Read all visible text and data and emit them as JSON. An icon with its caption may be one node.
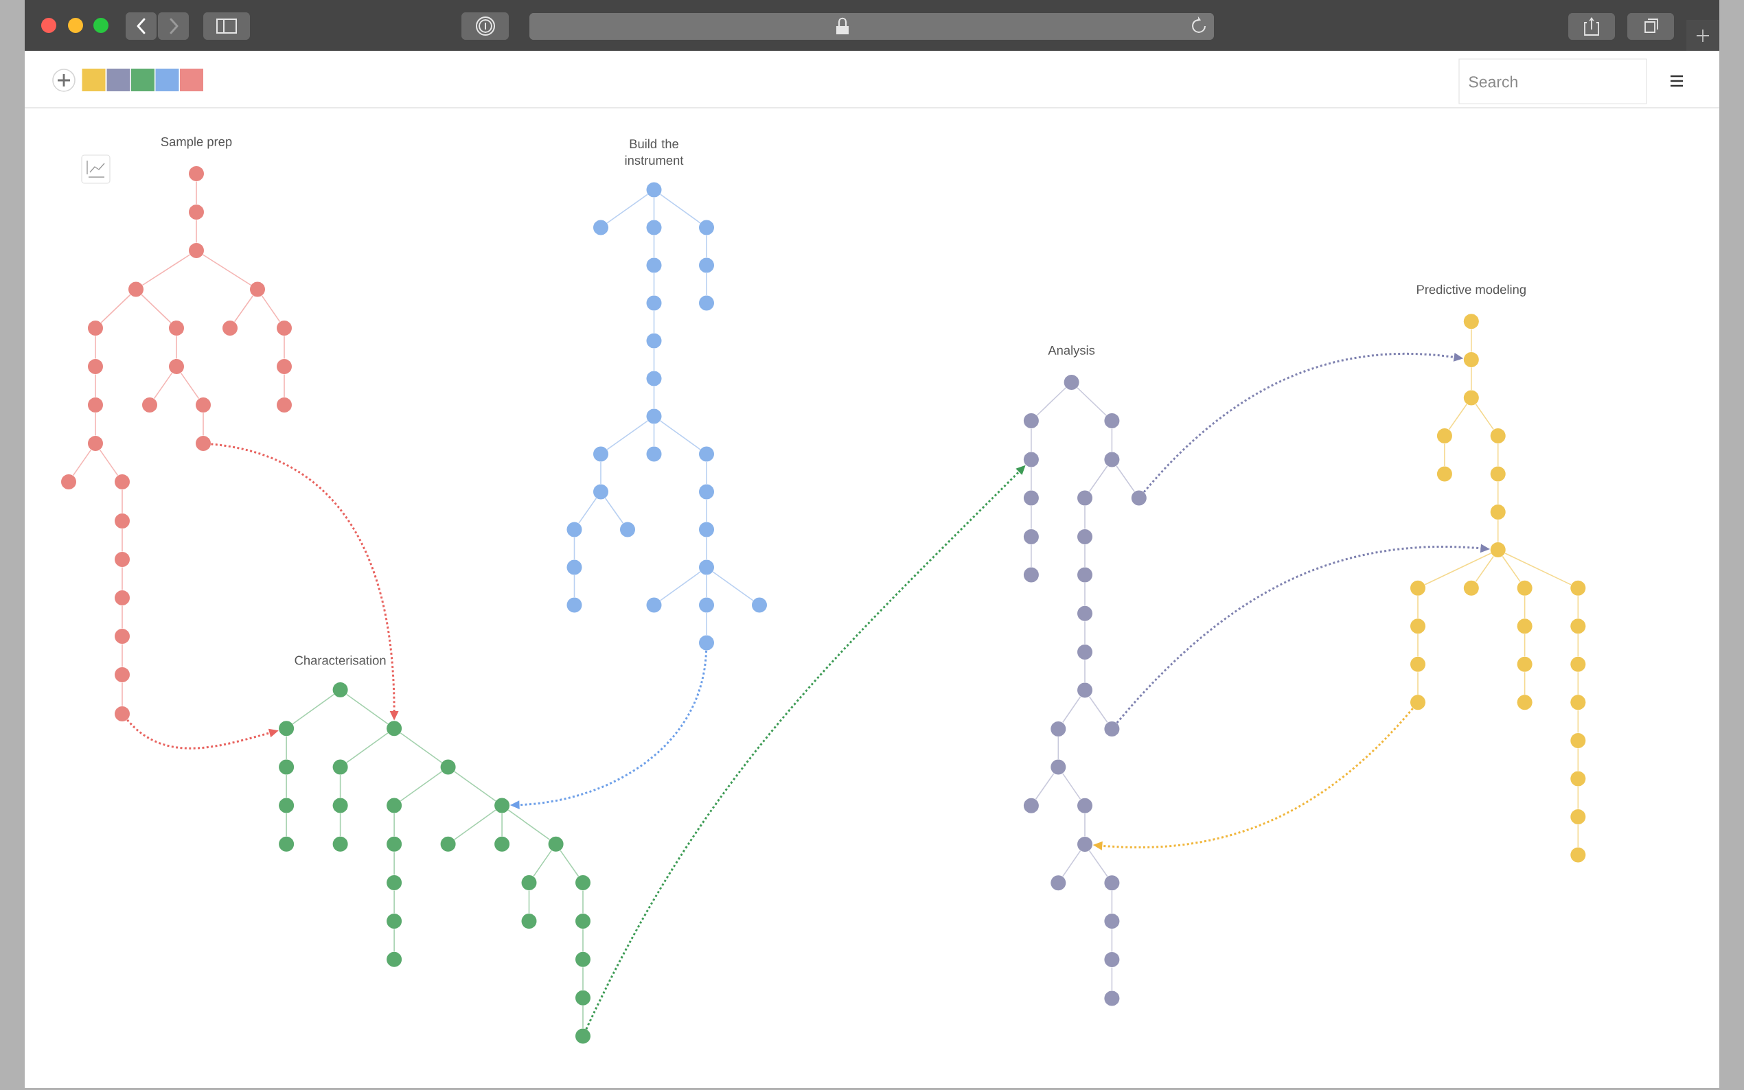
{
  "diagram": {
    "nodes": [
      {
        "text": [],
        "shape": "circle",
        "beside": [
          "Sample prep"
        ]
      },
      {
        "text": [],
        "shape": "circle"
      },
      {
        "text": [],
        "shape": "circle"
      },
      {
        "text": [],
        "shape": "circle"
      },
      {
        "text": [],
        "shape": "circle"
      },
      {
        "text": [],
        "shape": "circle"
      },
      {
        "text": [],
        "shape": "circle"
      },
      {
        "text": [],
        "shape": "circle"
      },
      {
        "text": [],
        "shape": "circle"
      },
      {
        "text": [],
        "shape": "circle"
      },
      {
        "text": [],
        "shape": "circle"
      },
      {
        "text": [],
        "shape": "circle"
      },
      {
        "text": [],
        "shape": "circle"
      },
      {
        "text": [],
        "shape": "circle"
      },
      {
        "text": [],
        "shape": "circle"
      },
      {
        "text": [],
        "shape": "circle"
      },
      {
        "text": [],
        "shape": "circle"
      },
      {
        "text": [],
        "shape": "circle"
      },
      {
        "text": [],
        "shape": "circle"
      },
      {
        "text": [],
        "shape": "circle"
      },
      {
        "text": [],
        "shape": "circle"
      },
      {
        "text": [],
        "shape": "circle"
      },
      {
        "text": [],
        "shape": "circle"
      },
      {
        "text": [],
        "shape": "circle"
      },
      {
        "text": [],
        "shape": "circle"
      },
      {
        "text": [],
        "shape": "circle"
      },
      {
        "text": [],
        "shape": "circle",
        "beside": [
          "Build the instrument"
        ]
      },
      {
        "text": [],
        "shape": "circle"
      },
      {
        "text": [],
        "shape": "circle"
      },
      {
        "text": [],
        "shape": "circle"
      },
      {
        "text": [],
        "shape": "circle"
      },
      {
        "text": [],
        "shape": "circle"
      },
      {
        "text": [],
        "shape": "circle"
      },
      {
        "text": [],
        "shape": "circle"
      },
      {
        "text": [],
        "shape": "circle"
      },
      {
        "text": [],
        "shape": "circle"
      },
      {
        "text": [],
        "shape": "circle"
      },
      {
        "text": [],
        "shape": "circle"
      },
      {
        "text": [],
        "shape": "circle"
      },
      {
        "text": [],
        "shape": "circle"
      },
      {
        "text": [],
        "shape": "circle"
      },
      {
        "text": [],
        "shape": "circle"
      },
      {
        "text": [],
        "shape": "circle"
      },
      {
        "text": [],
        "shape": "circle"
      },
      {
        "text": [],
        "shape": "circle"
      },
      {
        "text": [],
        "shape": "circle"
      },
      {
        "text": [],
        "shape": "circle"
      },
      {
        "text": [],
        "shape": "circle"
      },
      {
        "text": [],
        "shape": "circle"
      },
      {
        "text": [],
        "shape": "circle"
      },
      {
        "text": [],
        "shape": "circle"
      },
      {
        "text": [],
        "shape": "circle"
      },
      {
        "text": [],
        "shape": "circle",
        "beside": [
          "Characterisation"
        ]
      },
      {
        "text": [],
        "shape": "circle"
      },
      {
        "text": [],
        "shape": "circle"
      },
      {
        "text": [],
        "shape": "circle"
      },
      {
        "text": [],
        "shape": "circle"
      },
      {
        "text": [],
        "shape": "circle"
      },
      {
        "text": [],
        "shape": "circle"
      },
      {
        "text": [],
        "shape": "circle"
      },
      {
        "text": [],
        "shape": "circle"
      },
      {
        "text": [],
        "shape": "circle"
      },
      {
        "text": [],
        "shape": "circle"
      },
      {
        "text": [],
        "shape": "circle"
      },
      {
        "text": [],
        "shape": "circle"
      },
      {
        "text": [],
        "shape": "circle"
      },
      {
        "text": [],
        "shape": "circle"
      },
      {
        "text": [],
        "shape": "circle"
      },
      {
        "text": [],
        "shape": "circle"
      },
      {
        "text": [],
        "shape": "circle"
      },
      {
        "text": [],
        "shape": "circle"
      },
      {
        "text": [],
        "shape": "circle"
      },
      {
        "text": [],
        "shape": "circle"
      },
      {
        "text": [],
        "shape": "circle"
      },
      {
        "text": [],
        "shape": "circle"
      },
      {
        "text": [],
        "shape": "circle"
      },
      {
        "text": [],
        "shape": "circle"
      },
      {
        "text": [],
        "shape": "circle"
      },
      {
        "text": [],
        "shape": "circle",
        "beside": [
          "Analysis"
        ]
      },
      {
        "text": [],
        "shape": "circle"
      },
      {
        "text": [],
        "shape": "circle"
      },
      {
        "text": [],
        "shape": "circle"
      },
      {
        "text": [],
        "shape": "circle"
      },
      {
        "text": [],
        "shape": "circle"
      },
      {
        "text": [],
        "shape": "circle"
      },
      {
        "text": [],
        "shape": "circle"
      },
      {
        "text": [],
        "shape": "circle"
      },
      {
        "text": [],
        "shape": "circle"
      },
      {
        "text": [],
        "shape": "circle"
      },
      {
        "text": [],
        "shape": "circle"
      },
      {
        "text": [],
        "shape": "circle"
      },
      {
        "text": [],
        "shape": "circle"
      },
      {
        "text": [],
        "shape": "circle"
      },
      {
        "text": [],
        "shape": "circle"
      },
      {
        "text": [],
        "shape": "circle"
      },
      {
        "text": [],
        "shape": "circle"
      },
      {
        "text": [],
        "shape": "circle"
      },
      {
        "text": [],
        "shape": "circle"
      },
      {
        "text": [],
        "shape": "circle"
      },
      {
        "text": [],
        "shape": "circle"
      },
      {
        "text": [],
        "shape": "circle"
      },
      {
        "text": [],
        "shape": "circle"
      },
      {
        "text": [],
        "shape": "circle"
      },
      {
        "text": [],
        "shape": "circle"
      },
      {
        "text": [],
        "shape": "circle",
        "beside": [
          "Predictive modeling"
        ]
      },
      {
        "text": [],
        "shape": "circle"
      },
      {
        "text": [],
        "shape": "circle"
      },
      {
        "text": [],
        "shape": "circle"
      },
      {
        "text": [],
        "shape": "circle"
      },
      {
        "text": [],
        "shape": "circle"
      },
      {
        "text": [],
        "shape": "circle"
      },
      {
        "text": [],
        "shape": "circle"
      },
      {
        "text": [],
        "shape": "circle"
      },
      {
        "text": [],
        "shape": "circle"
      },
      {
        "text": [],
        "shape": "circle"
      },
      {
        "text": [],
        "shape": "circle"
      },
      {
        "text": [],
        "shape": "circle"
      },
      {
        "text": [],
        "shape": "circle"
      },
      {
        "text": [],
        "shape": "circle"
      },
      {
        "text": [],
        "shape": "circle"
      },
      {
        "text": [],
        "shape": "circle"
      },
      {
        "text": [],
        "shape": "circle"
      },
      {
        "text": [],
        "shape": "circle"
      },
      {
        "text": [],
        "shape": "circle"
      },
      {
        "text": [],
        "shape": "circle"
      },
      {
        "text": [],
        "shape": "circle"
      },
      {
        "text": [],
        "shape": "circle"
      },
      {
        "text": [],
        "shape": "circle"
      },
      {
        "text": [],
        "shape": "circle"
      },
      {
        "text": [],
        "shape": "circle"
      }
    ],
    "edges": [
      {
        "from": 0,
        "to": 1,
        "arrow": "none",
        "color": "#f5b5b3"
      },
      {
        "from": 1,
        "to": 2,
        "arrow": "none",
        "color": "#f5b5b3"
      },
      {
        "from": 2,
        "to": 3,
        "arrow": "none",
        "color": "#f5b5b3"
      },
      {
        "from": 2,
        "to": 4,
        "arrow": "none",
        "color": "#f5b5b3"
      },
      {
        "from": 3,
        "to": 5,
        "arrow": "none",
        "color": "#f5b5b3"
      },
      {
        "from": 3,
        "to": 6,
        "arrow": "none",
        "color": "#f5b5b3"
      },
      {
        "from": 4,
        "to": 7,
        "arrow": "none",
        "color": "#f5b5b3"
      },
      {
        "from": 4,
        "to": 8,
        "arrow": "none",
        "color": "#f5b5b3"
      },
      {
        "from": 5,
        "to": 9,
        "arrow": "none",
        "color": "#f5b5b3"
      },
      {
        "from": 6,
        "to": 10,
        "arrow": "none",
        "color": "#f5b5b3"
      },
      {
        "from": 8,
        "to": 11,
        "arrow": "none",
        "color": "#f5b5b3"
      },
      {
        "from": 9,
        "to": 12,
        "arrow": "none",
        "color": "#f5b5b3"
      },
      {
        "from": 10,
        "to": 13,
        "arrow": "none",
        "color": "#f5b5b3"
      },
      {
        "from": 10,
        "to": 14,
        "arrow": "none",
        "color": "#f5b5b3"
      },
      {
        "from": 11,
        "to": 15,
        "arrow": "none",
        "color": "#f5b5b3"
      },
      {
        "from": 12,
        "to": 16,
        "arrow": "none",
        "color": "#f5b5b3"
      },
      {
        "from": 14,
        "to": 17,
        "arrow": "none",
        "color": "#f5b5b3"
      },
      {
        "from": 16,
        "to": 18,
        "arrow": "none",
        "color": "#f5b5b3"
      },
      {
        "from": 16,
        "to": 19,
        "arrow": "none",
        "color": "#f5b5b3"
      },
      {
        "from": 19,
        "to": 20,
        "arrow": "none",
        "color": "#f5b5b3"
      },
      {
        "from": 20,
        "to": 21,
        "arrow": "none",
        "color": "#f5b5b3"
      },
      {
        "from": 21,
        "to": 22,
        "arrow": "none",
        "color": "#f5b5b3"
      },
      {
        "from": 22,
        "to": 23,
        "arrow": "none",
        "color": "#f5b5b3"
      },
      {
        "from": 23,
        "to": 24,
        "arrow": "none",
        "color": "#f5b5b3"
      },
      {
        "from": 24,
        "to": 25,
        "arrow": "none",
        "color": "#f5b5b3"
      },
      {
        "from": 26,
        "to": 27,
        "arrow": "none",
        "color": "#b8d0f2"
      },
      {
        "from": 26,
        "to": 28,
        "arrow": "none",
        "color": "#b8d0f2"
      },
      {
        "from": 26,
        "to": 29,
        "arrow": "none",
        "color": "#b8d0f2"
      },
      {
        "from": 28,
        "to": 30,
        "arrow": "none",
        "color": "#b8d0f2"
      },
      {
        "from": 29,
        "to": 31,
        "arrow": "none",
        "color": "#b8d0f2"
      },
      {
        "from": 30,
        "to": 32,
        "arrow": "none",
        "color": "#b8d0f2"
      },
      {
        "from": 31,
        "to": 33,
        "arrow": "none",
        "color": "#b8d0f2"
      },
      {
        "from": 32,
        "to": 34,
        "arrow": "none",
        "color": "#b8d0f2"
      },
      {
        "from": 34,
        "to": 35,
        "arrow": "none",
        "color": "#b8d0f2"
      },
      {
        "from": 35,
        "to": 36,
        "arrow": "none",
        "color": "#b8d0f2"
      },
      {
        "from": 36,
        "to": 37,
        "arrow": "none",
        "color": "#b8d0f2"
      },
      {
        "from": 36,
        "to": 38,
        "arrow": "none",
        "color": "#b8d0f2"
      },
      {
        "from": 36,
        "to": 39,
        "arrow": "none",
        "color": "#b8d0f2"
      },
      {
        "from": 37,
        "to": 40,
        "arrow": "none",
        "color": "#b8d0f2"
      },
      {
        "from": 39,
        "to": 41,
        "arrow": "none",
        "color": "#b8d0f2"
      },
      {
        "from": 40,
        "to": 42,
        "arrow": "none",
        "color": "#b8d0f2"
      },
      {
        "from": 40,
        "to": 43,
        "arrow": "none",
        "color": "#b8d0f2"
      },
      {
        "from": 41,
        "to": 44,
        "arrow": "none",
        "color": "#b8d0f2"
      },
      {
        "from": 42,
        "to": 45,
        "arrow": "none",
        "color": "#b8d0f2"
      },
      {
        "from": 44,
        "to": 46,
        "arrow": "none",
        "color": "#b8d0f2"
      },
      {
        "from": 45,
        "to": 47,
        "arrow": "none",
        "color": "#b8d0f2"
      },
      {
        "from": 46,
        "to": 48,
        "arrow": "none",
        "color": "#b8d0f2"
      },
      {
        "from": 46,
        "to": 49,
        "arrow": "none",
        "color": "#b8d0f2"
      },
      {
        "from": 46,
        "to": 50,
        "arrow": "none",
        "color": "#b8d0f2"
      },
      {
        "from": 49,
        "to": 51,
        "arrow": "none",
        "color": "#b8d0f2"
      },
      {
        "from": 52,
        "to": 53,
        "arrow": "none",
        "color": "#a3d1ad"
      },
      {
        "from": 52,
        "to": 54,
        "arrow": "none",
        "color": "#a3d1ad"
      },
      {
        "from": 53,
        "to": 55,
        "arrow": "none",
        "color": "#a3d1ad"
      },
      {
        "from": 54,
        "to": 56,
        "arrow": "none",
        "color": "#a3d1ad"
      },
      {
        "from": 54,
        "to": 57,
        "arrow": "none",
        "color": "#a3d1ad"
      },
      {
        "from": 55,
        "to": 58,
        "arrow": "none",
        "color": "#a3d1ad"
      },
      {
        "from": 56,
        "to": 59,
        "arrow": "none",
        "color": "#a3d1ad"
      },
      {
        "from": 57,
        "to": 60,
        "arrow": "none",
        "color": "#a3d1ad"
      },
      {
        "from": 57,
        "to": 61,
        "arrow": "none",
        "color": "#a3d1ad"
      },
      {
        "from": 58,
        "to": 62,
        "arrow": "none",
        "color": "#a3d1ad"
      },
      {
        "from": 59,
        "to": 63,
        "arrow": "none",
        "color": "#a3d1ad"
      },
      {
        "from": 60,
        "to": 64,
        "arrow": "none",
        "color": "#a3d1ad"
      },
      {
        "from": 61,
        "to": 65,
        "arrow": "none",
        "color": "#a3d1ad"
      },
      {
        "from": 61,
        "to": 66,
        "arrow": "none",
        "color": "#a3d1ad"
      },
      {
        "from": 61,
        "to": 67,
        "arrow": "none",
        "color": "#a3d1ad"
      },
      {
        "from": 64,
        "to": 68,
        "arrow": "none",
        "color": "#a3d1ad"
      },
      {
        "from": 67,
        "to": 69,
        "arrow": "none",
        "color": "#a3d1ad"
      },
      {
        "from": 67,
        "to": 70,
        "arrow": "none",
        "color": "#a3d1ad"
      },
      {
        "from": 68,
        "to": 71,
        "arrow": "none",
        "color": "#a3d1ad"
      },
      {
        "from": 69,
        "to": 72,
        "arrow": "none",
        "color": "#a3d1ad"
      },
      {
        "from": 70,
        "to": 73,
        "arrow": "none",
        "color": "#a3d1ad"
      },
      {
        "from": 71,
        "to": 74,
        "arrow": "none",
        "color": "#a3d1ad"
      },
      {
        "from": 73,
        "to": 75,
        "arrow": "none",
        "color": "#a3d1ad"
      },
      {
        "from": 75,
        "to": 76,
        "arrow": "none",
        "color": "#a3d1ad"
      },
      {
        "from": 76,
        "to": 77,
        "arrow": "none",
        "color": "#a3d1ad"
      },
      {
        "from": 78,
        "to": 79,
        "arrow": "none",
        "color": "#c8c9dc"
      },
      {
        "from": 78,
        "to": 80,
        "arrow": "none",
        "color": "#c8c9dc"
      },
      {
        "from": 79,
        "to": 81,
        "arrow": "none",
        "color": "#c8c9dc"
      },
      {
        "from": 80,
        "to": 82,
        "arrow": "none",
        "color": "#c8c9dc"
      },
      {
        "from": 81,
        "to": 83,
        "arrow": "none",
        "color": "#c8c9dc"
      },
      {
        "from": 82,
        "to": 84,
        "arrow": "none",
        "color": "#c8c9dc"
      },
      {
        "from": 82,
        "to": 85,
        "arrow": "none",
        "color": "#c8c9dc"
      },
      {
        "from": 83,
        "to": 86,
        "arrow": "none",
        "color": "#c8c9dc"
      },
      {
        "from": 84,
        "to": 87,
        "arrow": "none",
        "color": "#c8c9dc"
      },
      {
        "from": 86,
        "to": 88,
        "arrow": "none",
        "color": "#c8c9dc"
      },
      {
        "from": 87,
        "to": 89,
        "arrow": "none",
        "color": "#c8c9dc"
      },
      {
        "from": 89,
        "to": 90,
        "arrow": "none",
        "color": "#c8c9dc"
      },
      {
        "from": 90,
        "to": 91,
        "arrow": "none",
        "color": "#c8c9dc"
      },
      {
        "from": 91,
        "to": 92,
        "arrow": "none",
        "color": "#c8c9dc"
      },
      {
        "from": 92,
        "to": 93,
        "arrow": "none",
        "color": "#c8c9dc"
      },
      {
        "from": 92,
        "to": 94,
        "arrow": "none",
        "color": "#c8c9dc"
      },
      {
        "from": 93,
        "to": 95,
        "arrow": "none",
        "color": "#c8c9dc"
      },
      {
        "from": 95,
        "to": 96,
        "arrow": "none",
        "color": "#c8c9dc"
      },
      {
        "from": 95,
        "to": 97,
        "arrow": "none",
        "color": "#c8c9dc"
      },
      {
        "from": 97,
        "to": 98,
        "arrow": "none",
        "color": "#c8c9dc"
      },
      {
        "from": 98,
        "to": 99,
        "arrow": "none",
        "color": "#c8c9dc"
      },
      {
        "from": 98,
        "to": 100,
        "arrow": "none",
        "color": "#c8c9dc"
      },
      {
        "from": 100,
        "to": 101,
        "arrow": "none",
        "color": "#c8c9dc"
      },
      {
        "from": 101,
        "to": 102,
        "arrow": "none",
        "color": "#c8c9dc"
      },
      {
        "from": 102,
        "to": 103,
        "arrow": "none",
        "color": "#c8c9dc"
      },
      {
        "from": 104,
        "to": 105,
        "arrow": "none",
        "color": "#f5d98f"
      },
      {
        "from": 105,
        "to": 106,
        "arrow": "none",
        "color": "#f5d98f"
      },
      {
        "from": 106,
        "to": 107,
        "arrow": "none",
        "color": "#f5d98f"
      },
      {
        "from": 106,
        "to": 108,
        "arrow": "none",
        "color": "#f5d98f"
      },
      {
        "from": 107,
        "to": 109,
        "arrow": "none",
        "color": "#f5d98f"
      },
      {
        "from": 108,
        "to": 110,
        "arrow": "none",
        "color": "#f5d98f"
      },
      {
        "from": 110,
        "to": 111,
        "arrow": "none",
        "color": "#f5d98f"
      },
      {
        "from": 111,
        "to": 112,
        "arrow": "none",
        "color": "#f5d98f"
      },
      {
        "from": 112,
        "to": 113,
        "arrow": "none",
        "color": "#f5d98f"
      },
      {
        "from": 112,
        "to": 114,
        "arrow": "none",
        "color": "#f5d98f"
      },
      {
        "from": 112,
        "to": 115,
        "arrow": "none",
        "color": "#f5d98f"
      },
      {
        "from": 112,
        "to": 116,
        "arrow": "none",
        "color": "#f5d98f"
      },
      {
        "from": 113,
        "to": 117,
        "arrow": "none",
        "color": "#f5d98f"
      },
      {
        "from": 115,
        "to": 118,
        "arrow": "none",
        "color": "#f5d98f"
      },
      {
        "from": 116,
        "to": 119,
        "arrow": "none",
        "color": "#f5d98f"
      },
      {
        "from": 117,
        "to": 120,
        "arrow": "none",
        "color": "#f5d98f"
      },
      {
        "from": 118,
        "to": 121,
        "arrow": "none",
        "color": "#f5d98f"
      },
      {
        "from": 119,
        "to": 122,
        "arrow": "none",
        "color": "#f5d98f"
      },
      {
        "from": 120,
        "to": 123,
        "arrow": "none",
        "color": "#f5d98f"
      },
      {
        "from": 121,
        "to": 124,
        "arrow": "none",
        "color": "#f5d98f"
      },
      {
        "from": 122,
        "to": 125,
        "arrow": "none",
        "color": "#f5d98f"
      },
      {
        "from": 125,
        "to": 126,
        "arrow": "none",
        "color": "#f5d98f"
      },
      {
        "from": 126,
        "to": 127,
        "arrow": "none",
        "color": "#f5d98f"
      },
      {
        "from": 127,
        "to": 128,
        "arrow": "none",
        "color": "#f5d98f"
      },
      {
        "from": 128,
        "to": 129,
        "arrow": "none",
        "color": "#f5d98f"
      },
      {
        "from": 17,
        "to": 54,
        "arrow": "to",
        "style": "dashed",
        "color": "#e8635f"
      },
      {
        "from": 25,
        "to": 53,
        "arrow": "to",
        "style": "dashed",
        "color": "#e8635f"
      },
      {
        "from": 51,
        "to": 61,
        "arrow": "to",
        "style": "dashed",
        "color": "#6d9fe8"
      },
      {
        "from": 77,
        "to": 81,
        "arrow": "to",
        "style": "dashed",
        "color": "#3d9b55"
      },
      {
        "from": 85,
        "to": 105,
        "arrow": "to",
        "style": "dashed",
        "color": "#7f82b0"
      },
      {
        "from": 94,
        "to": 112,
        "arrow": "to",
        "style": "dashed",
        "color": "#7f82b0"
      },
      {
        "from": 123,
        "to": 98,
        "arrow": "to",
        "style": "dashed",
        "color": "#f0b63c"
      }
    ],
    "labels": [
      "Search"
    ]
  }
}
